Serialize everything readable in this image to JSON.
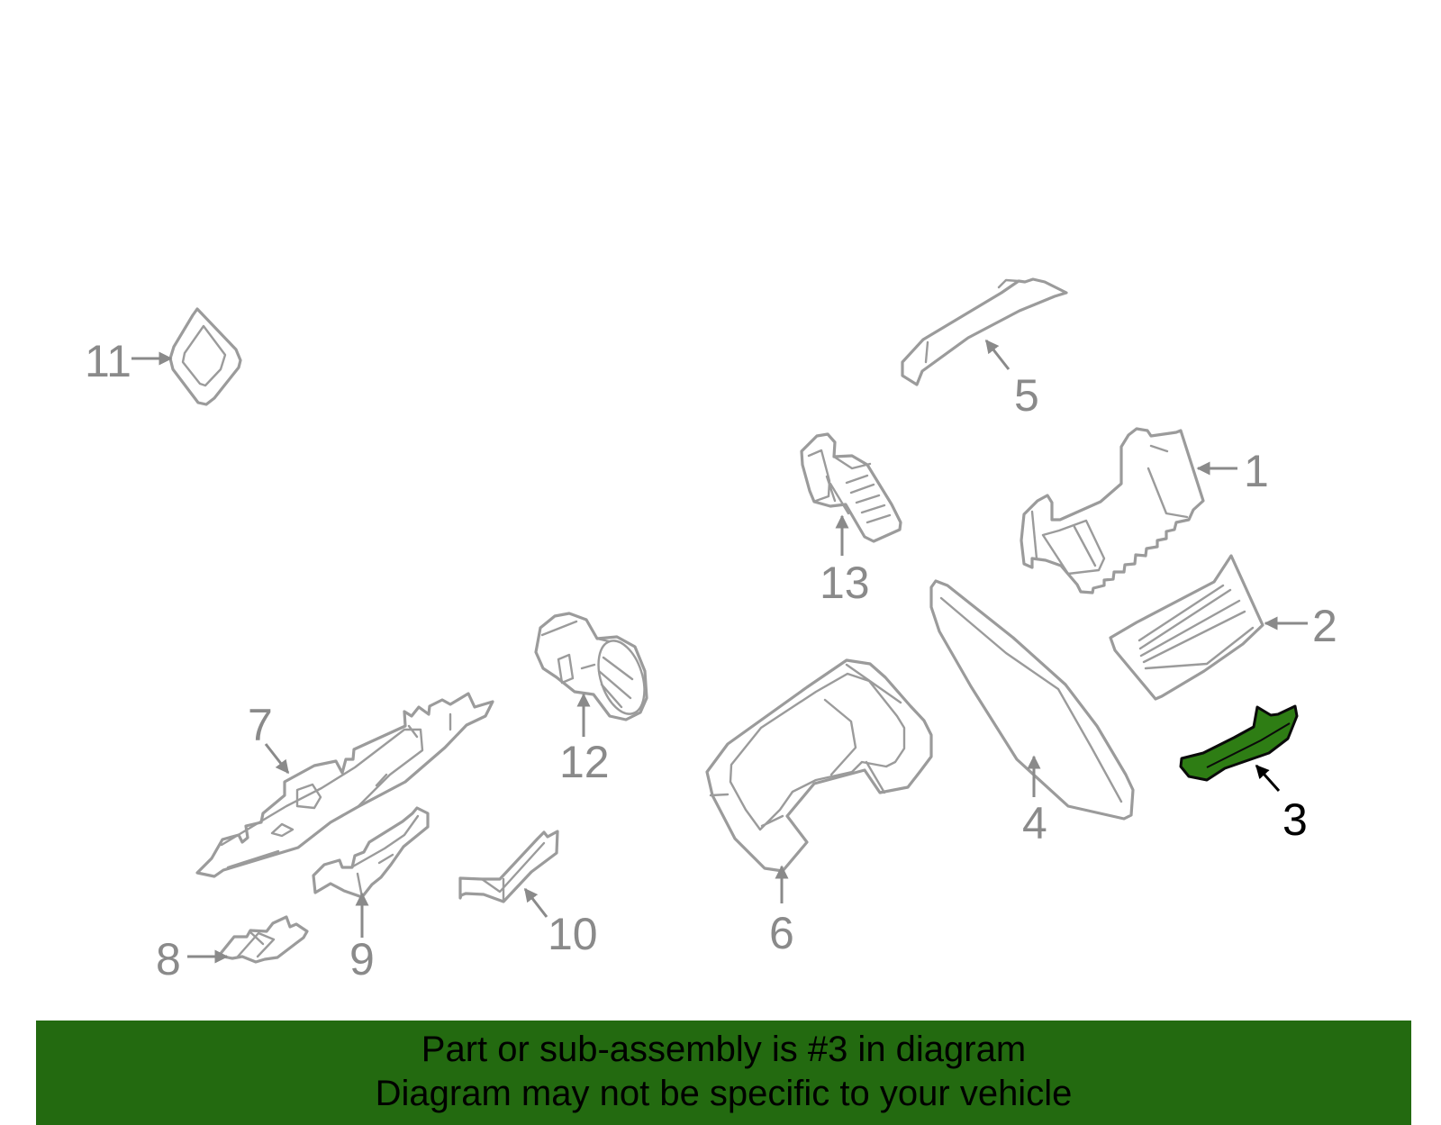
{
  "callouts": {
    "c1": "1",
    "c2": "2",
    "c3": "3",
    "c4": "4",
    "c5": "5",
    "c6": "6",
    "c7": "7",
    "c8": "8",
    "c9": "9",
    "c10": "10",
    "c11": "11",
    "c12": "12",
    "c13": "13"
  },
  "highlighted_part": "3",
  "colors": {
    "highlight": "#2e7d14",
    "banner": "#236a10",
    "outline": "#9b9b9b"
  },
  "banner": {
    "line1": "Part or sub-assembly is #3 in diagram",
    "line2": "Diagram may not be specific to your vehicle"
  }
}
